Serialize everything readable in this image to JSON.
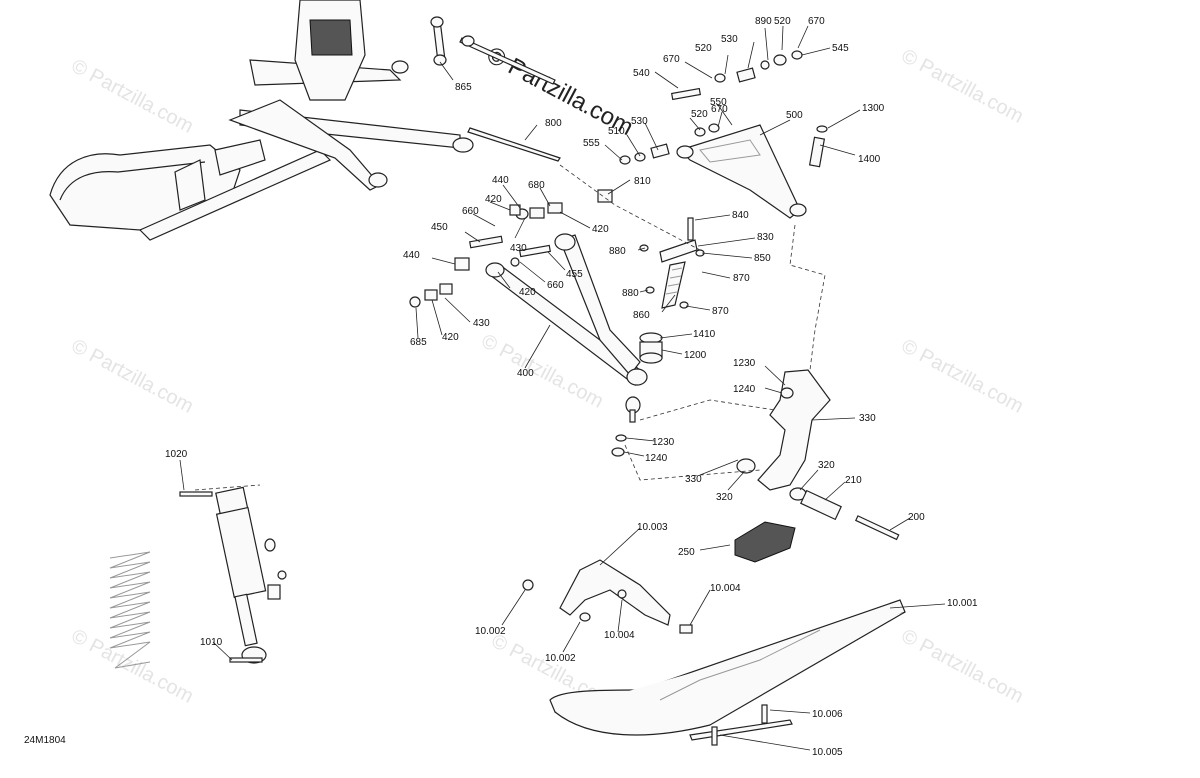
{
  "diagram_code": "24M1804",
  "watermark": {
    "main": "© Partzilla.com",
    "repeat": "© Partzilla.com"
  },
  "callouts": [
    {
      "id": "865",
      "text": "865"
    },
    {
      "id": "800",
      "text": "800"
    },
    {
      "id": "890",
      "text": "890"
    },
    {
      "id": "520a",
      "text": "520"
    },
    {
      "id": "670a",
      "text": "670"
    },
    {
      "id": "545",
      "text": "545"
    },
    {
      "id": "670b",
      "text": "670"
    },
    {
      "id": "520b",
      "text": "520"
    },
    {
      "id": "530a",
      "text": "530"
    },
    {
      "id": "540",
      "text": "540"
    },
    {
      "id": "670c",
      "text": "670"
    },
    {
      "id": "550",
      "text": "550"
    },
    {
      "id": "520c",
      "text": "520"
    },
    {
      "id": "500",
      "text": "500"
    },
    {
      "id": "1300",
      "text": "1300"
    },
    {
      "id": "1400",
      "text": "1400"
    },
    {
      "id": "510",
      "text": "510"
    },
    {
      "id": "530b",
      "text": "530"
    },
    {
      "id": "555",
      "text": "555"
    },
    {
      "id": "810",
      "text": "810"
    },
    {
      "id": "440a",
      "text": "440"
    },
    {
      "id": "680",
      "text": "680"
    },
    {
      "id": "420a",
      "text": "420"
    },
    {
      "id": "660a",
      "text": "660"
    },
    {
      "id": "420b",
      "text": "420"
    },
    {
      "id": "450",
      "text": "450"
    },
    {
      "id": "430a",
      "text": "430"
    },
    {
      "id": "840",
      "text": "840"
    },
    {
      "id": "830",
      "text": "830"
    },
    {
      "id": "880a",
      "text": "880"
    },
    {
      "id": "850",
      "text": "850"
    },
    {
      "id": "440b",
      "text": "440"
    },
    {
      "id": "420c",
      "text": "420"
    },
    {
      "id": "455",
      "text": "455"
    },
    {
      "id": "660b",
      "text": "660"
    },
    {
      "id": "870a",
      "text": "870"
    },
    {
      "id": "880b",
      "text": "880"
    },
    {
      "id": "860",
      "text": "860"
    },
    {
      "id": "870b",
      "text": "870"
    },
    {
      "id": "430b",
      "text": "430"
    },
    {
      "id": "420d",
      "text": "420"
    },
    {
      "id": "685",
      "text": "685"
    },
    {
      "id": "1410",
      "text": "1410"
    },
    {
      "id": "1200",
      "text": "1200"
    },
    {
      "id": "400",
      "text": "400"
    },
    {
      "id": "1230a",
      "text": "1230"
    },
    {
      "id": "1240a",
      "text": "1240"
    },
    {
      "id": "330a",
      "text": "330"
    },
    {
      "id": "1230b",
      "text": "1230"
    },
    {
      "id": "1240b",
      "text": "1240"
    },
    {
      "id": "330b",
      "text": "330"
    },
    {
      "id": "320a",
      "text": "320"
    },
    {
      "id": "210",
      "text": "210"
    },
    {
      "id": "320b",
      "text": "320"
    },
    {
      "id": "200",
      "text": "200"
    },
    {
      "id": "1020",
      "text": "1020"
    },
    {
      "id": "10003",
      "text": "10.003"
    },
    {
      "id": "250",
      "text": "250"
    },
    {
      "id": "10004a",
      "text": "10.004"
    },
    {
      "id": "10001",
      "text": "10.001"
    },
    {
      "id": "10002a",
      "text": "10.002"
    },
    {
      "id": "10004b",
      "text": "10.004"
    },
    {
      "id": "1010",
      "text": "1010"
    },
    {
      "id": "10002b",
      "text": "10.002"
    },
    {
      "id": "10006",
      "text": "10.006"
    },
    {
      "id": "10005",
      "text": "10.005"
    }
  ]
}
